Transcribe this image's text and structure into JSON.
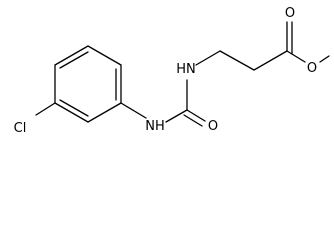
{
  "molecule": {
    "atoms": {
      "chlorine": "Cl",
      "urea_aryl_nh": "NH",
      "urea_alkyl_nh": "HN",
      "urea_carbonyl_o": "O",
      "ester_carbonyl_o": "O",
      "ester_ether_o": "O"
    }
  },
  "colors": {
    "bond": "#000000",
    "label": "#000000",
    "background": "#ffffff"
  }
}
